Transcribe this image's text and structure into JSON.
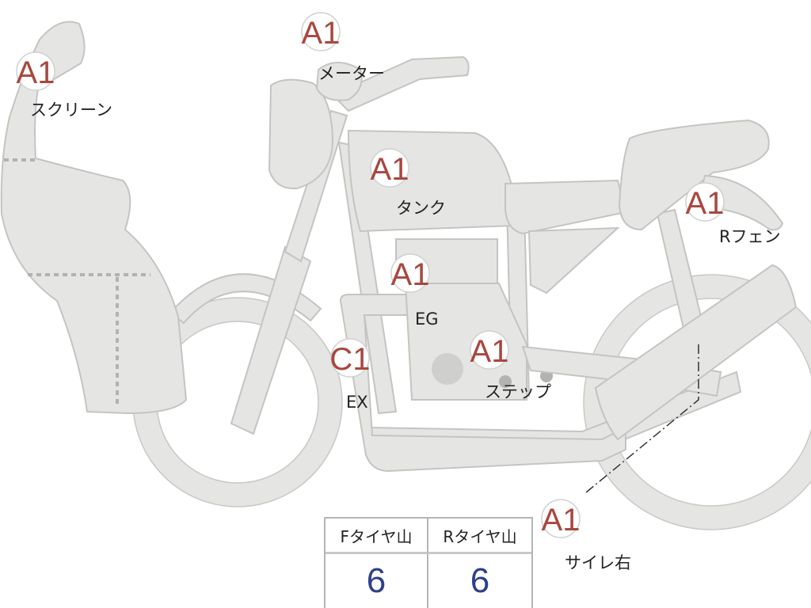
{
  "parts": [
    {
      "id": "screen",
      "grade": "A1",
      "label": "スクリーン"
    },
    {
      "id": "meter",
      "grade": "A1",
      "label": "メーター"
    },
    {
      "id": "tank",
      "grade": "A1",
      "label": "タンク"
    },
    {
      "id": "rear-fender",
      "grade": "A1",
      "label": "Rフェン"
    },
    {
      "id": "engine",
      "grade": "A1",
      "label": "EG"
    },
    {
      "id": "exhaust",
      "grade": "C1",
      "label": "EX"
    },
    {
      "id": "step",
      "grade": "A1",
      "label": "ステップ"
    },
    {
      "id": "muffler-right",
      "grade": "A1",
      "label": "サイレ右"
    }
  ],
  "tread_table": {
    "front_header": "Fタイヤ山",
    "rear_header": "Rタイヤ山",
    "front_value": "6",
    "rear_value": "6"
  },
  "colors": {
    "body": "#e5e5e3",
    "outline": "#c4c4c2",
    "grade_text": "#a8473f",
    "value_text": "#2e3f8a"
  }
}
